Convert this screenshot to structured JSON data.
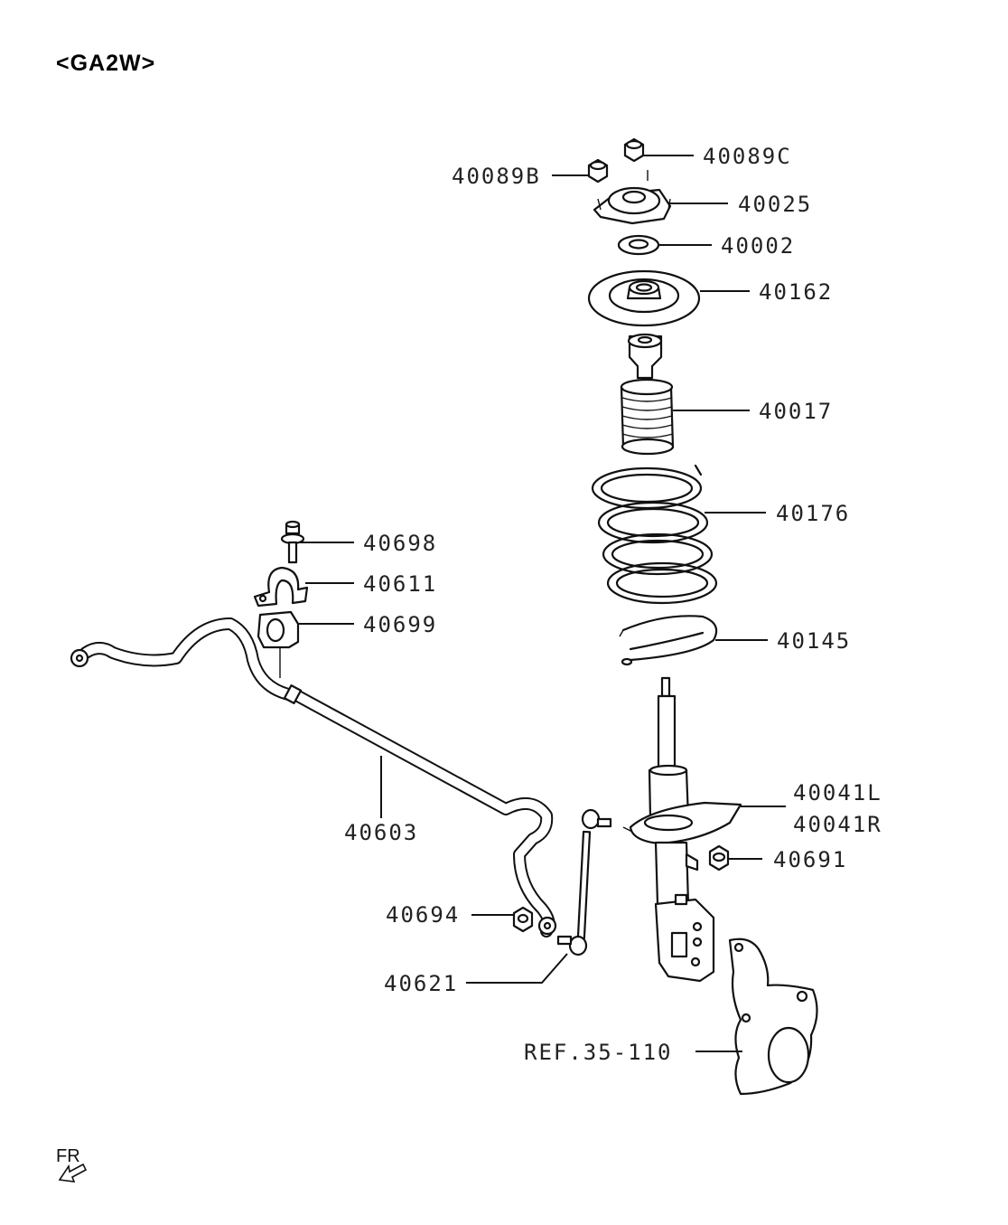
{
  "diagram": {
    "model_code": "<GA2W>",
    "callouts": {
      "p40089C": "40089C",
      "p40089B": "40089B",
      "p40025": "40025",
      "p40002": "40002",
      "p40162": "40162",
      "p40017": "40017",
      "p40176": "40176",
      "p40145": "40145",
      "p40041L": "40041L",
      "p40041R": "40041R",
      "p40691": "40691",
      "p40698": "40698",
      "p40611": "40611",
      "p40699": "40699",
      "p40603": "40603",
      "p40694": "40694",
      "p40621": "40621",
      "ref": "REF.35-110"
    },
    "orientation": {
      "label": "FR",
      "icon": "front-arrow-icon"
    }
  }
}
